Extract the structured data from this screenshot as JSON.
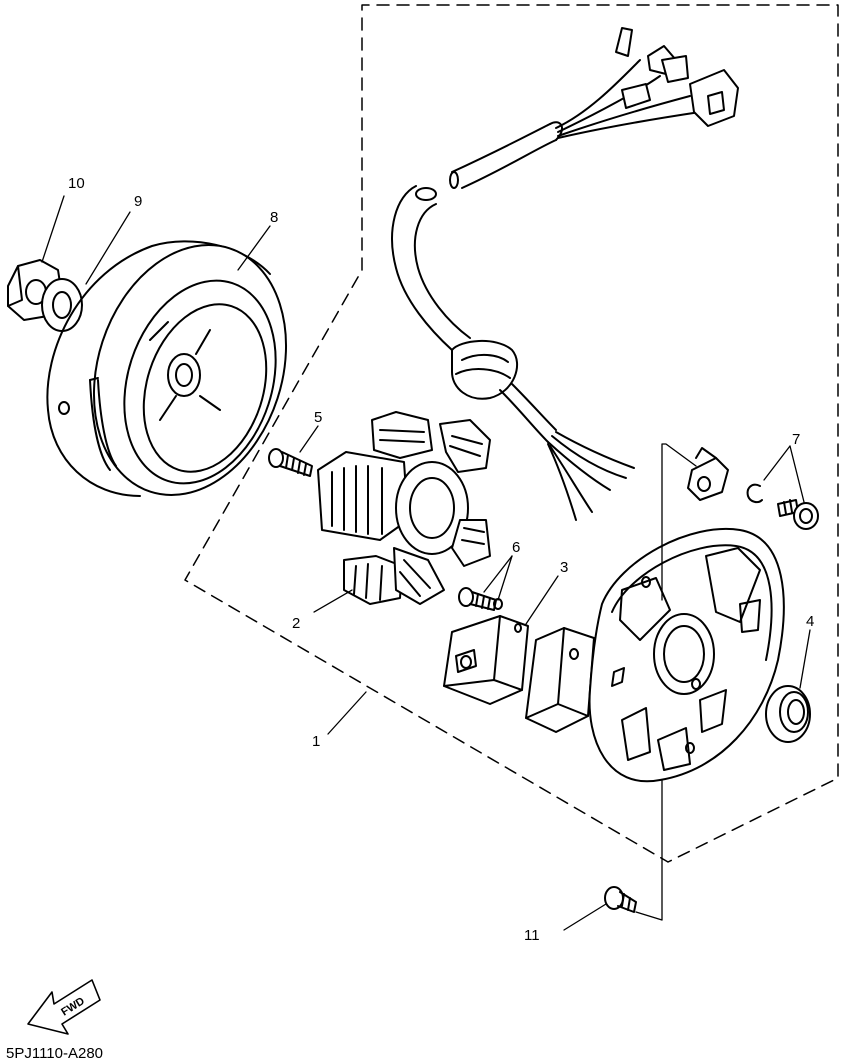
{
  "diagram": {
    "drawing_code": "5PJ1110-A280",
    "direction_label": "FWD",
    "line_color": "#000000",
    "background_color": "#ffffff",
    "parts": [
      {
        "number": "1",
        "name": "generator assembly"
      },
      {
        "number": "2",
        "name": "stator"
      },
      {
        "number": "3",
        "name": "pickup coil"
      },
      {
        "number": "4",
        "name": "oil seal"
      },
      {
        "number": "5",
        "name": "screw"
      },
      {
        "number": "6",
        "name": "screw"
      },
      {
        "number": "7",
        "name": "lead clamp and screw"
      },
      {
        "number": "8",
        "name": "rotor"
      },
      {
        "number": "9",
        "name": "washer"
      },
      {
        "number": "10",
        "name": "nut"
      },
      {
        "number": "11",
        "name": "screw"
      }
    ]
  }
}
